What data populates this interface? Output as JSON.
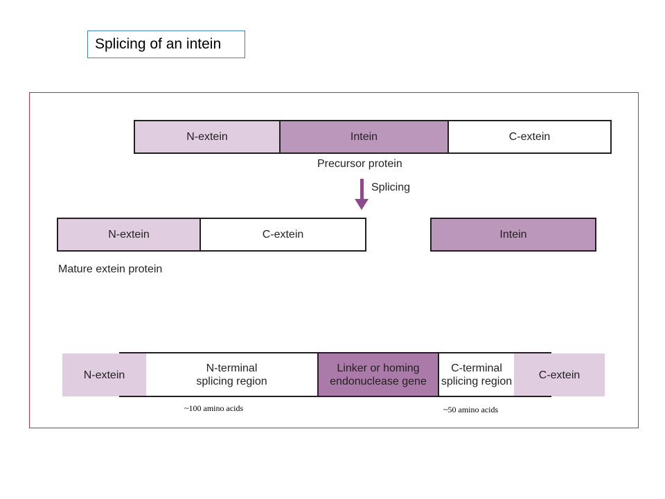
{
  "title": "Splicing of an intein",
  "precursor": {
    "segments": [
      "N-extein",
      "Intein",
      "C-extein"
    ],
    "caption": "Precursor protein"
  },
  "splicing_label": "Splicing",
  "mature": {
    "segments": [
      "N-extein",
      "C-extein"
    ],
    "caption": "Mature extein protein"
  },
  "free_intein": "Intein",
  "domains": {
    "segments": [
      "N-extein",
      "N-terminal\nsplicing region",
      "Linker or homing\nendonuclease gene",
      "C-terminal\nsplicing region",
      "C-extein"
    ],
    "n_length": "~100 amino acids",
    "c_length": "~50 amino acids"
  },
  "colors": {
    "frame": "#c8283a",
    "title_border": "#3a87b5",
    "extein": "#e0cde0",
    "intein": "#bc97bc",
    "linker": "#aa7aa8",
    "arrow": "#8d4b8d"
  }
}
